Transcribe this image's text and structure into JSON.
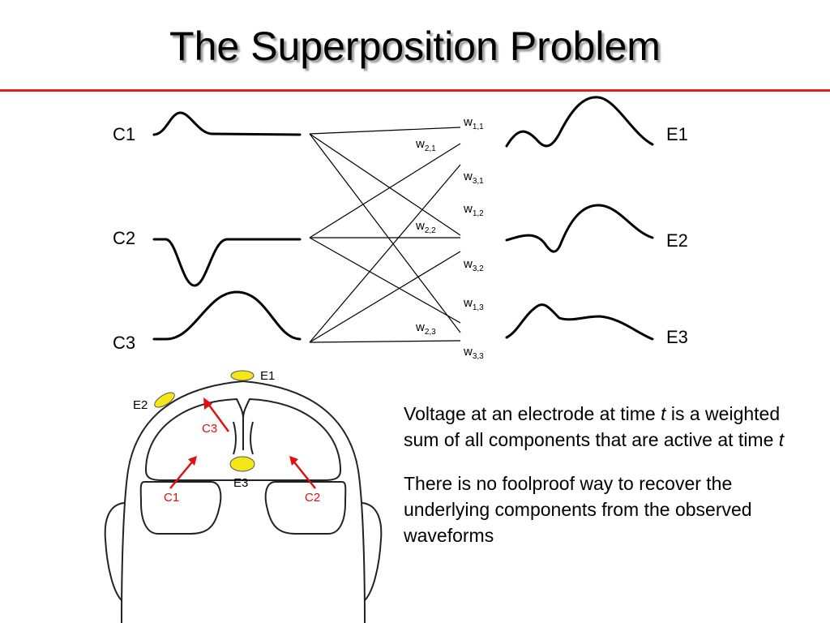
{
  "title": "The Superposition Problem",
  "components": [
    "C1",
    "C2",
    "C3"
  ],
  "electrodes": [
    "E1",
    "E2",
    "E3"
  ],
  "weights": [
    {
      "base": "w",
      "sub": "1,1"
    },
    {
      "base": "w",
      "sub": "2,1"
    },
    {
      "base": "w",
      "sub": "3,1"
    },
    {
      "base": "w",
      "sub": "1,2"
    },
    {
      "base": "w",
      "sub": "2,2"
    },
    {
      "base": "w",
      "sub": "3,2"
    },
    {
      "base": "w",
      "sub": "1,3"
    },
    {
      "base": "w",
      "sub": "2,3"
    },
    {
      "base": "w",
      "sub": "3,3"
    }
  ],
  "head": {
    "electrodes": [
      "E1",
      "E2",
      "E3"
    ],
    "sources": [
      "C3",
      "C1",
      "C2"
    ]
  },
  "text": {
    "p1_start": "Voltage at an electrode at time ",
    "p1_t1": "t",
    "p1_mid": " is a weighted sum of all components that are active at time ",
    "p1_t2": "t",
    "p2": "There is no foolproof way to recover the underlying components from the observed waveforms"
  },
  "colors": {
    "title_rule": "#e02020",
    "arrow": "#e01010",
    "electrode_fill": "#f5e61a"
  }
}
